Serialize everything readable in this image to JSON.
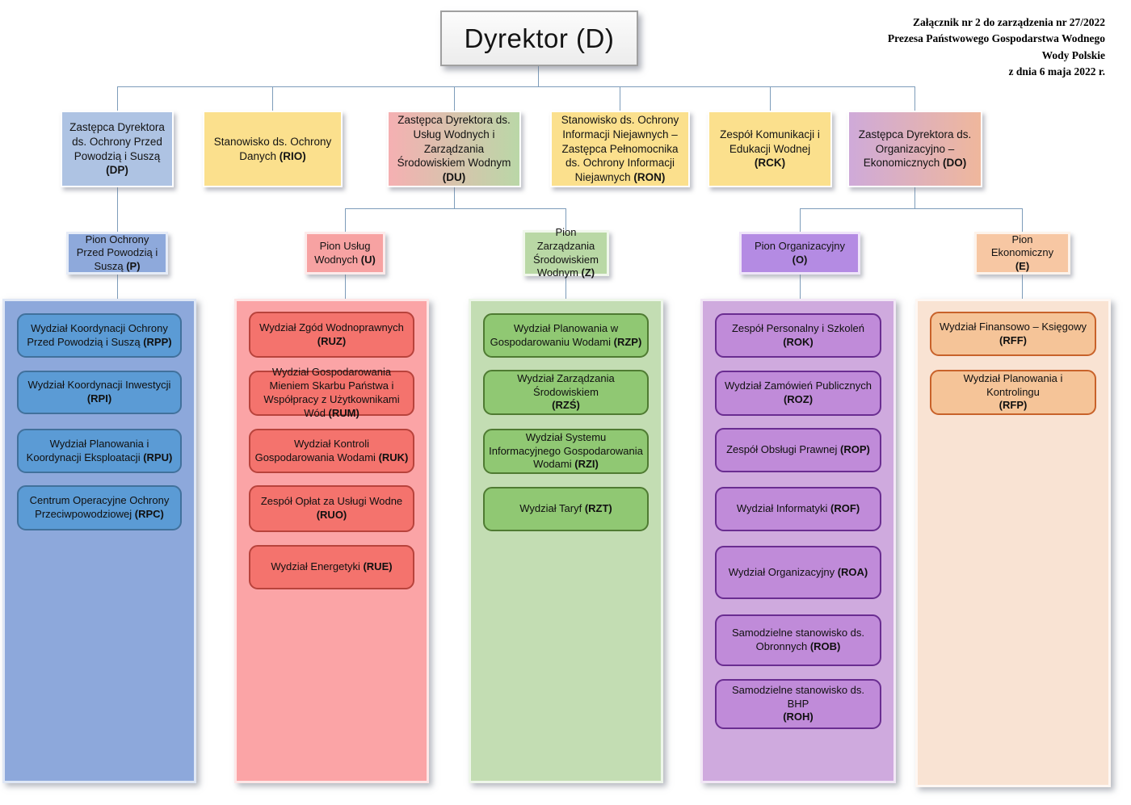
{
  "note": {
    "lines": [
      "Załącznik nr 2 do zarządzenia nr 27/2022",
      "Prezesa Państwowego Gospodarstwa Wodnego",
      "Wody Polskie",
      "z dnia 6 maja 2022 r."
    ]
  },
  "root": {
    "label": "Dyrektor (D)"
  },
  "level2": [
    {
      "label": "Zastępca Dyrektora ds. Ochrony Przed Powodzią i Suszą",
      "code": "(DP)"
    },
    {
      "label": "Stanowisko ds. Ochrony Danych",
      "code": "(RIO)"
    },
    {
      "label": "Zastępca Dyrektora ds. Usług Wodnych i Zarządzania Środowiskiem Wodnym",
      "code": "(DU)"
    },
    {
      "label": "Stanowisko ds. Ochrony Informacji Niejawnych – Zastępca Pełnomocnika ds. Ochrony Informacji Niejawnych",
      "code": "(RON)"
    },
    {
      "label": "Zespół Komunikacji i Edukacji Wodnej",
      "code": "(RCK)"
    },
    {
      "label": "Zastępca Dyrektora ds. Organizacyjno – Ekonomicznych",
      "code": "(DO)"
    }
  ],
  "pions": [
    {
      "label": "Pion Ochrony Przed Powodzią i Suszą",
      "code": "(P)"
    },
    {
      "label": "Pion Usług Wodnych",
      "code": "(U)"
    },
    {
      "label": "Pion Zarządzania Środowiskiem Wodnym",
      "code": "(Z)"
    },
    {
      "label": "Pion Organizacyjny",
      "code": "(O)"
    },
    {
      "label": "Pion Ekonomiczny",
      "code": "(E)"
    }
  ],
  "columns": [
    {
      "name": "Pion Ochrony Przed Powodzią i Suszą",
      "items": [
        {
          "label": "Wydział Koordynacji Ochrony Przed Powodzią i Suszą",
          "code": "(RPP)"
        },
        {
          "label": "Wydział Koordynacji Inwestycji",
          "code": "(RPI)"
        },
        {
          "label": "Wydział Planowania i Koordynacji Eksploatacji",
          "code": "(RPU)"
        },
        {
          "label": "Centrum Operacyjne Ochrony Przeciwpowodziowej",
          "code": "(RPC)"
        }
      ]
    },
    {
      "name": "Pion Usług Wodnych",
      "items": [
        {
          "label": "Wydział Zgód Wodnoprawnych",
          "code": "(RUZ)"
        },
        {
          "label": "Wydział Gospodarowania Mieniem Skarbu Państwa i Współpracy z Użytkownikami Wód",
          "code": "(RUM)"
        },
        {
          "label": "Wydział Kontroli Gospodarowania Wodami",
          "code": "(RUK)"
        },
        {
          "label": "Zespół Opłat za Usługi Wodne",
          "code": "(RUO)"
        },
        {
          "label": "Wydział Energetyki",
          "code": "(RUE)"
        }
      ]
    },
    {
      "name": "Pion Zarządzania Środowiskiem Wodnym",
      "items": [
        {
          "label": "Wydział Planowania w Gospodarowaniu Wodami",
          "code": "(RZP)"
        },
        {
          "label": "Wydział Zarządzania Środowiskiem",
          "code": "(RZŚ)"
        },
        {
          "label": "Wydział Systemu Informacyjnego Gospodarowania Wodami",
          "code": "(RZI)"
        },
        {
          "label": "Wydział Taryf",
          "code": "(RZT)"
        }
      ]
    },
    {
      "name": "Pion Organizacyjny",
      "items": [
        {
          "label": "Zespół Personalny i Szkoleń",
          "code": "(ROK)"
        },
        {
          "label": "Wydział Zamówień Publicznych",
          "code": "(ROZ)"
        },
        {
          "label": "Zespół Obsługi Prawnej",
          "code": "(ROP)"
        },
        {
          "label": "Wydział Informatyki",
          "code": "(ROF)"
        },
        {
          "label": "Wydział Organizacyjny",
          "code": "(ROA)"
        },
        {
          "label": "Samodzielne stanowisko ds. Obronnych",
          "code": "(ROB)"
        },
        {
          "label": "Samodzielne stanowisko ds. BHP",
          "code": "(ROH)"
        }
      ]
    },
    {
      "name": "Pion Ekonomiczny",
      "items": [
        {
          "label": "Wydział Finansowo – Księgowy",
          "code": "(RFF)"
        },
        {
          "label": "Wydział Planowania i Kontrolingu",
          "code": "(RFP)"
        }
      ]
    }
  ],
  "colors": {
    "connector": "#7d9cba",
    "level2_blue": "#aec3e3",
    "level2_yellow": "#fbe08d",
    "gradient_du": [
      "#f5b0b2",
      "#bad7a7"
    ],
    "gradient_do": [
      "#cfaad9",
      "#efb79c"
    ],
    "pion_blue": "#8ea9db",
    "pion_pink": "#f7a2a2",
    "pion_green": "#b9d8a5",
    "pion_purple": "#b48be3",
    "pion_orange": "#f7c7a3",
    "panel_blue": "#8da8db",
    "panel_pink": "#fba4a6",
    "panel_green": "#c3ddb3",
    "panel_purple": "#cfaade",
    "panel_orange": "#f9e3d3",
    "dept_blue": "#5b9bd5",
    "dept_pink": "#f4736d",
    "dept_green": "#90c873",
    "dept_purple": "#c08bd9",
    "dept_orange": "#f5c498"
  }
}
